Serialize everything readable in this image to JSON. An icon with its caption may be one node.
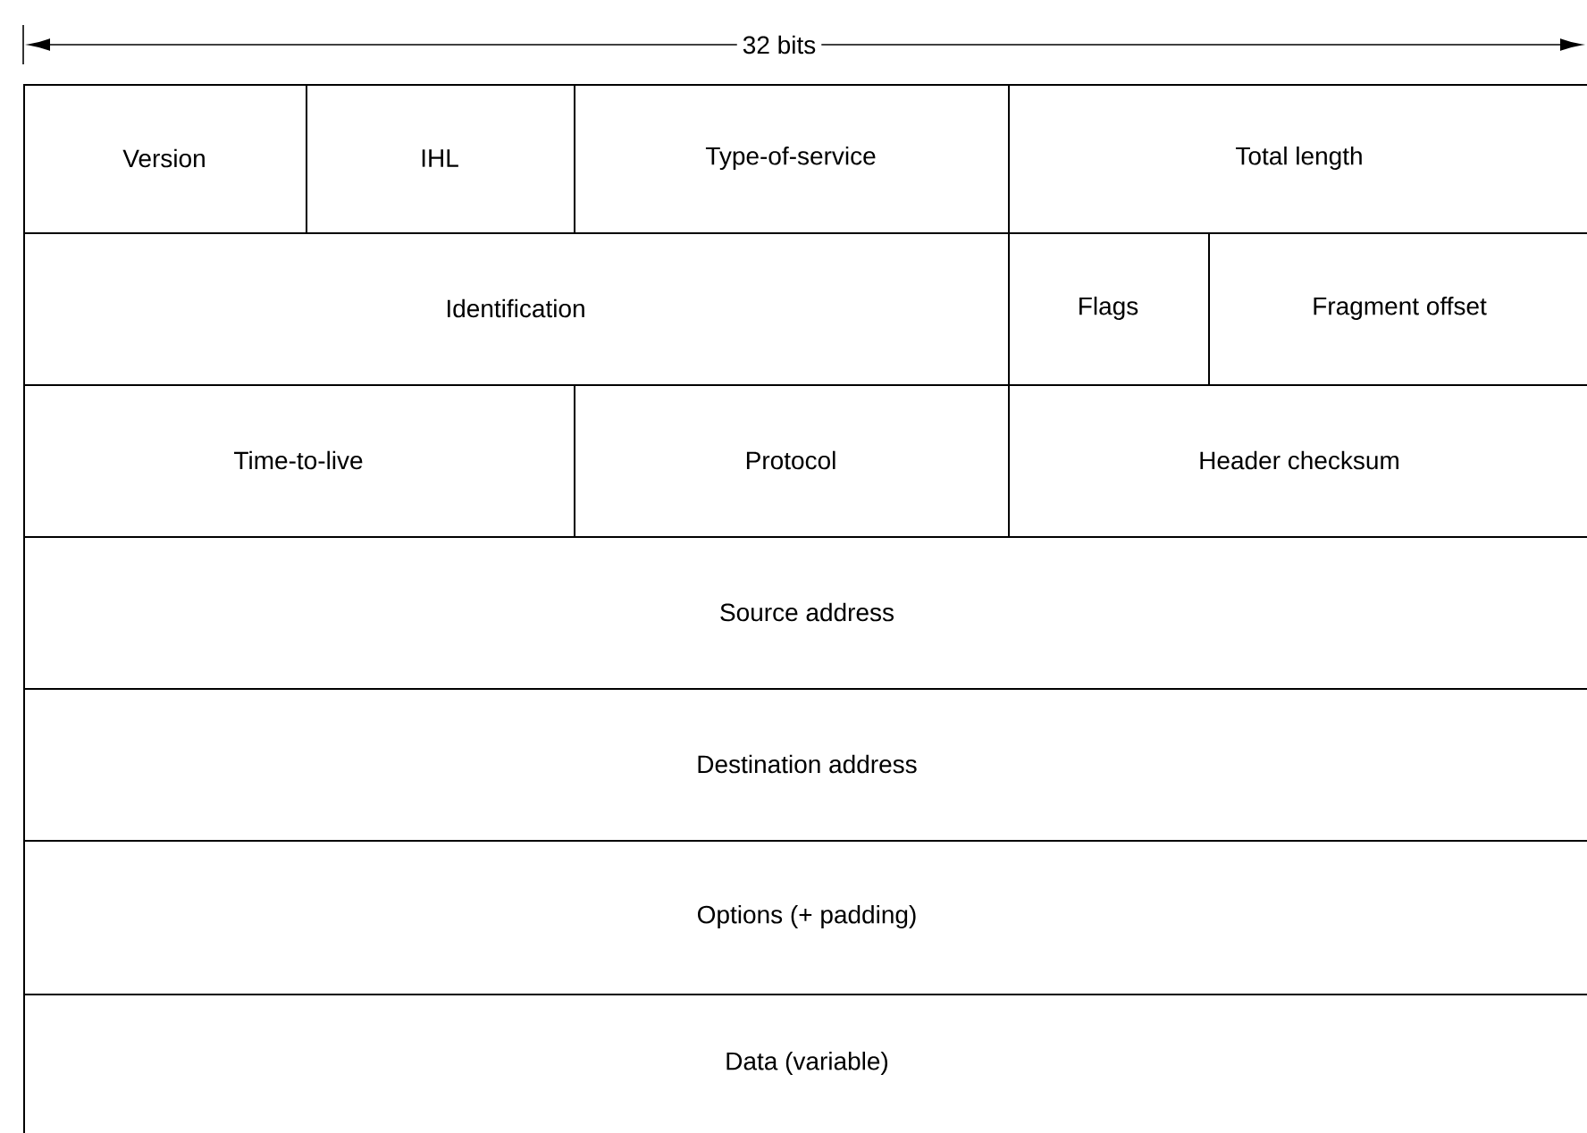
{
  "diagram": {
    "nodes": [
      {
        "text": [
          "Version"
        ]
      },
      {
        "text": [
          "IHL"
        ]
      },
      {
        "text": [
          "Type-of-service"
        ]
      },
      {
        "text": [
          "Total length"
        ]
      },
      {
        "text": [
          "Identification"
        ]
      },
      {
        "text": [
          "Flags"
        ]
      },
      {
        "text": [
          "Fragment offset"
        ]
      },
      {
        "text": [
          "Time-to-live"
        ]
      },
      {
        "text": [
          "Protocol"
        ]
      },
      {
        "text": [
          "Header checksum"
        ]
      },
      {
        "text": [
          "Source address"
        ]
      },
      {
        "text": [
          "Destination address"
        ]
      },
      {
        "text": [
          "Options (+ padding)"
        ]
      },
      {
        "text": [
          "Data (variable)"
        ]
      }
    ],
    "labels": [
      "32 bits"
    ]
  }
}
